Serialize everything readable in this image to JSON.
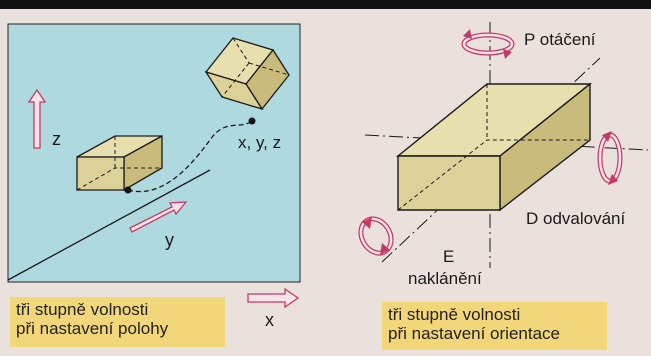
{
  "left_panel": {
    "axis_z": "z",
    "axis_y": "y",
    "axis_x": "x",
    "target_point": "x, y, z",
    "caption": [
      "tři stupně volnosti",
      "při nastavení polohy"
    ]
  },
  "right_panel": {
    "rotation_p": "P  otáčení",
    "rotation_d": "D  odvalování",
    "rotation_e_letter": "E",
    "rotation_e_word": "naklánění",
    "caption": [
      "tři stupně volnosti",
      "při nastavení orientace"
    ]
  },
  "colors": {
    "panel_bg": "#aed9de",
    "page_bg": "#ebe1dc",
    "block_front": "#ddd19a",
    "block_top": "#e8dfae",
    "block_side": "#c9bb7c",
    "arrow_pink": "#c23b66",
    "caption_bg": "#f2d77a"
  }
}
